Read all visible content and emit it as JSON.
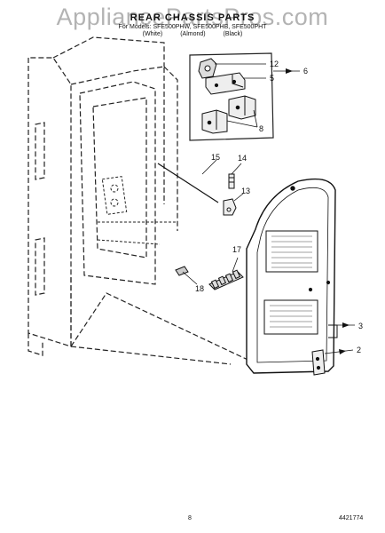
{
  "watermark": "AppliancePartsPros.com",
  "header": {
    "title": "REAR CHASSIS PARTS",
    "models": "For Models: SFE500PHW, SFE500PHB, SFE500PHT",
    "colors": [
      "(White)",
      "(Almond)",
      "(Black)"
    ]
  },
  "callouts": [
    "12",
    "5",
    "6",
    "8",
    "15",
    "14",
    "13",
    "17",
    "18",
    "3",
    "2"
  ],
  "footer": {
    "page": "8",
    "code": "4421774"
  }
}
